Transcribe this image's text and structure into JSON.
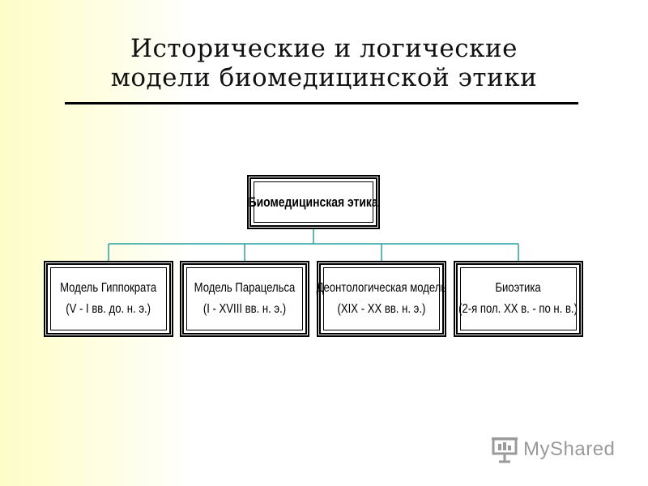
{
  "title": {
    "line1": "Исторические и логические",
    "line2": "модели биомедицинской этики"
  },
  "root": {
    "label": "Биомедицинская этика"
  },
  "models": [
    {
      "line1": "Модель Гиппократа",
      "line2": "(V - I вв. до. н. э.)"
    },
    {
      "line1": "Модель Парацельса",
      "line2": "(I - XVIII вв. н. э.)"
    },
    {
      "line1": "Деонтологическая модель",
      "line2": "(XIX - XX вв. н. э.)"
    },
    {
      "line1": "Биоэтика",
      "line2": "(2-я пол. XX в. - по н. в.)"
    }
  ],
  "logo": {
    "text": "MyShared",
    "icon": "presentation-board-icon"
  },
  "colors": {
    "connector": "#2aa0a0",
    "background_tint": "#fdfdc8",
    "logo": "#9a9a9a"
  }
}
